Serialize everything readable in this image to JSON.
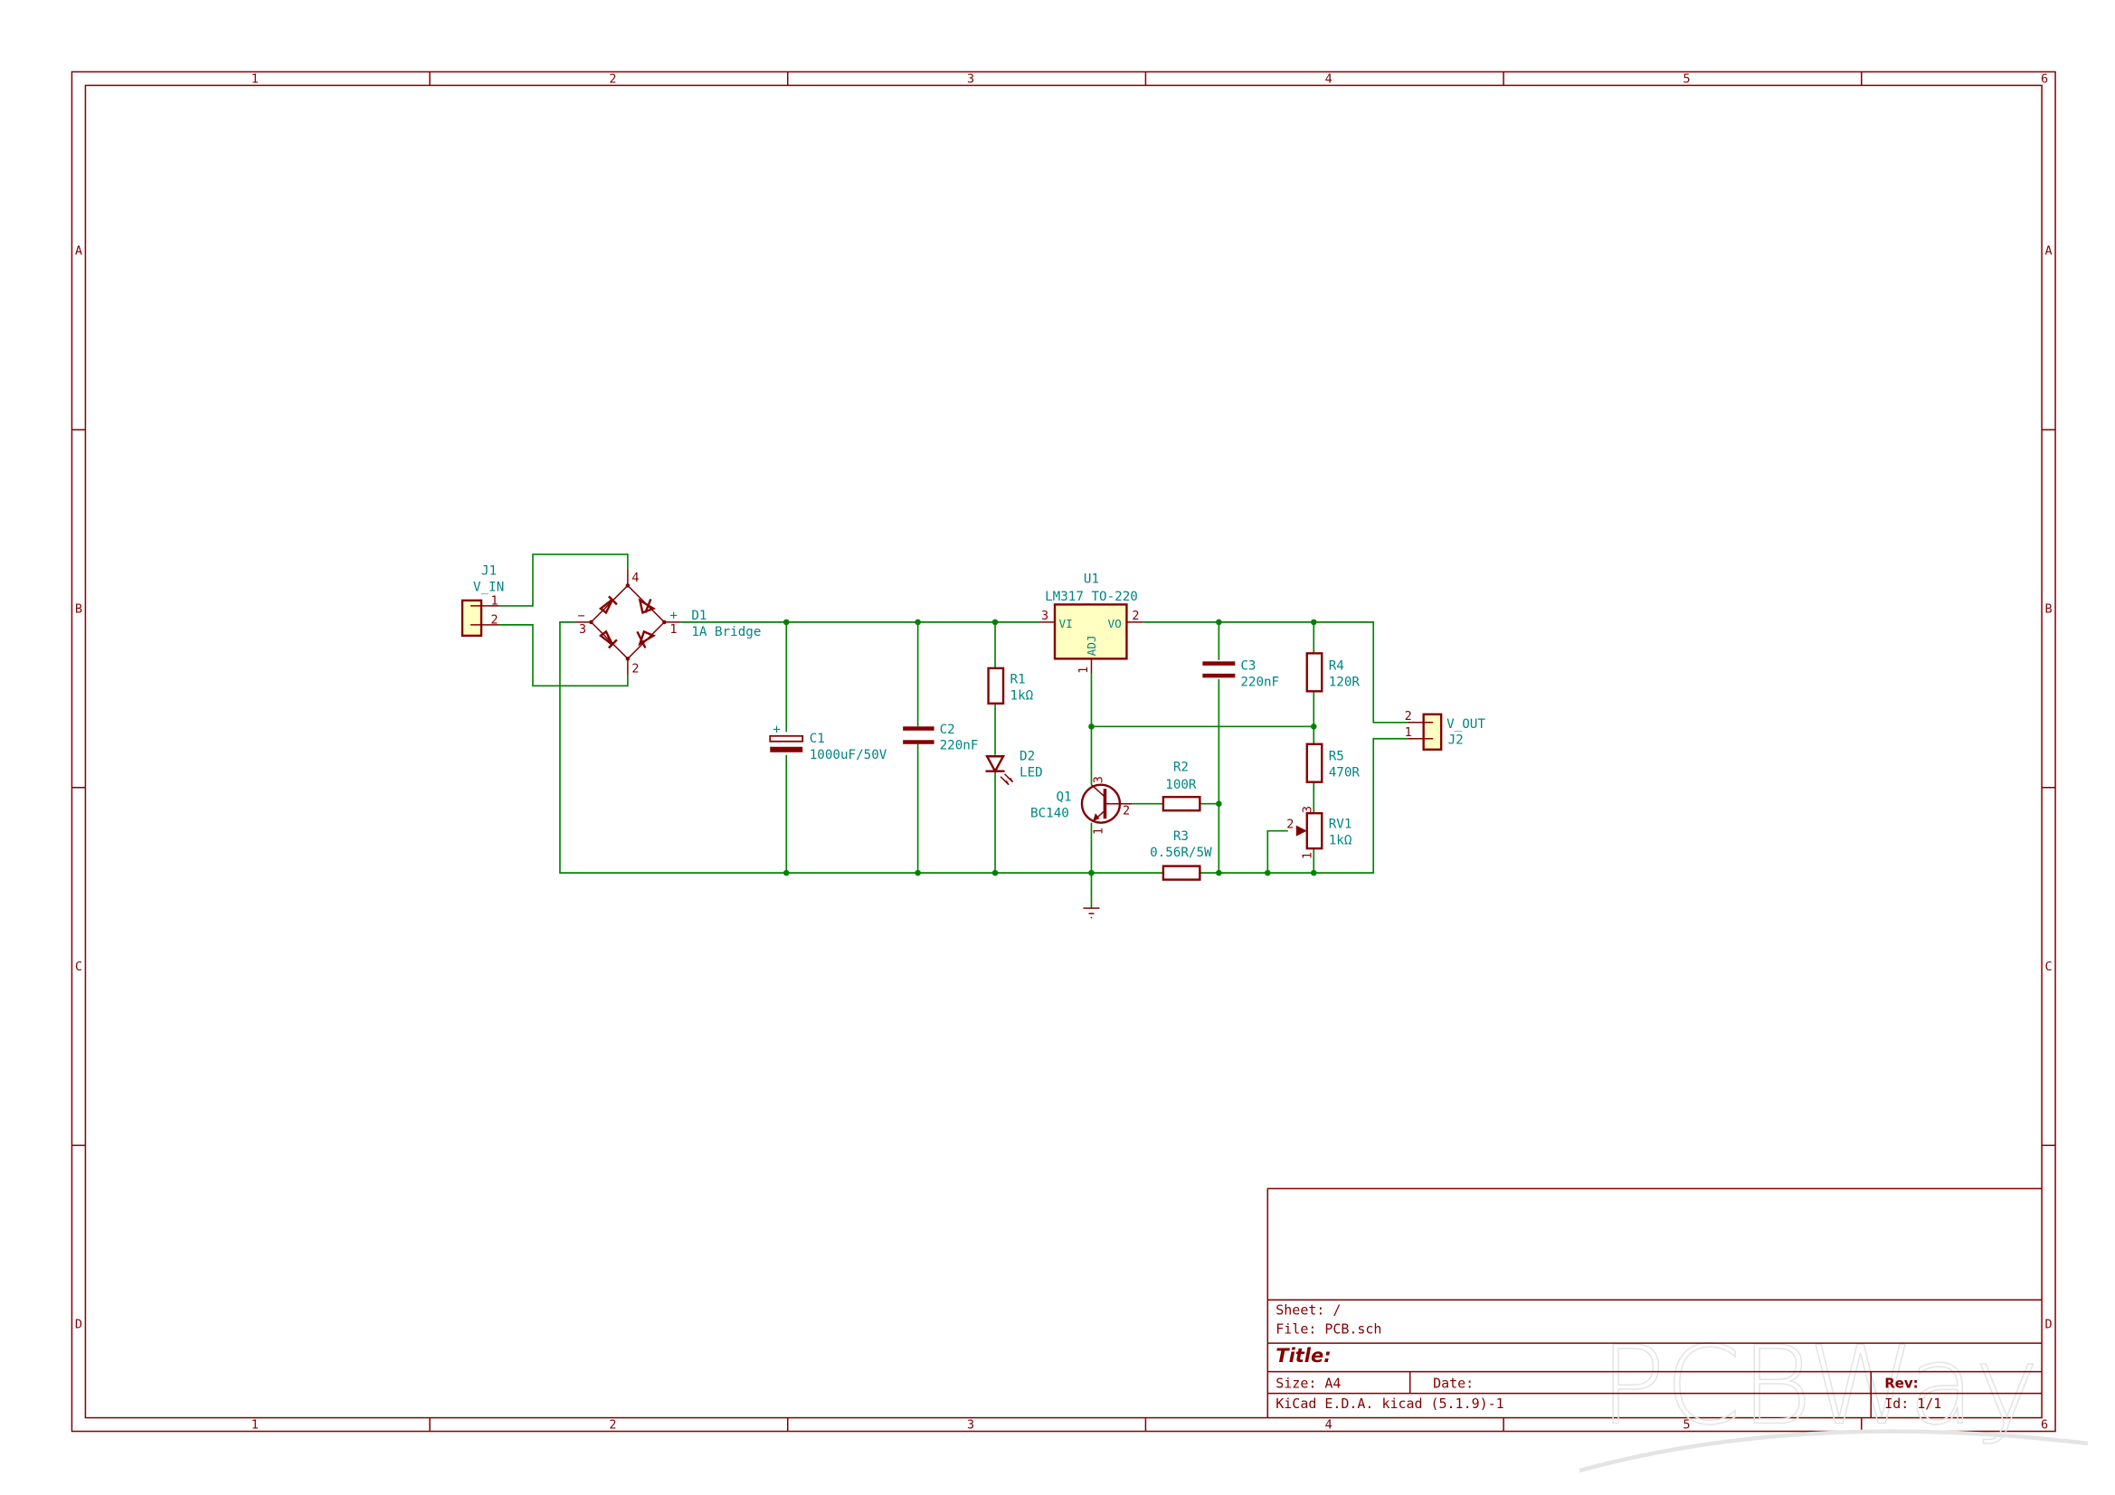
{
  "colors": {
    "frame": "#840000",
    "wire": "#008400",
    "component": "#840000",
    "component_fill": "#ffffc2",
    "reference_text": "#008484"
  },
  "grid": {
    "columns": [
      "1",
      "2",
      "3",
      "4",
      "5",
      "6"
    ],
    "rows": [
      "A",
      "B",
      "C",
      "D"
    ]
  },
  "components": {
    "J1": {
      "ref": "J1",
      "value": "V_IN",
      "pins": [
        "1",
        "2"
      ]
    },
    "D1": {
      "ref": "D1",
      "value": "1A Bridge",
      "pins": [
        "1",
        "2",
        "3",
        "4"
      ],
      "plus": "+",
      "minus": "−"
    },
    "C1": {
      "ref": "C1",
      "value": "1000uF/50V",
      "plus": "+"
    },
    "C2": {
      "ref": "C2",
      "value": "220nF"
    },
    "R1": {
      "ref": "R1",
      "value": "1kΩ"
    },
    "D2": {
      "ref": "D2",
      "value": "LED"
    },
    "U1": {
      "ref": "U1",
      "value": "LM317_TO-220",
      "pins": [
        "1",
        "2",
        "3"
      ],
      "vi": "VI",
      "vo": "VO",
      "adj": "ADJ"
    },
    "Q1": {
      "ref": "Q1",
      "value": "BC140",
      "pins": [
        "1",
        "2",
        "3"
      ]
    },
    "R2": {
      "ref": "R2",
      "value": "100R"
    },
    "R3": {
      "ref": "R3",
      "value": "0.56R/5W"
    },
    "C3": {
      "ref": "C3",
      "value": "220nF"
    },
    "R4": {
      "ref": "R4",
      "value": "120R"
    },
    "R5": {
      "ref": "R5",
      "value": "470R"
    },
    "RV1": {
      "ref": "RV1",
      "value": "1kΩ",
      "pins": [
        "1",
        "2",
        "3"
      ]
    },
    "J2": {
      "ref": "J2",
      "value": "V_OUT",
      "pins": [
        "1",
        "2"
      ]
    }
  },
  "title_block": {
    "sheet": "Sheet: /",
    "file": "File: PCB.sch",
    "title": "Title:",
    "size": "Size: A4",
    "date": "Date:",
    "rev": "Rev:",
    "tool": "KiCad E.D.A.  kicad (5.1.9)-1",
    "id": "Id: 1/1"
  },
  "watermark": {
    "logo": "PCBWay"
  }
}
